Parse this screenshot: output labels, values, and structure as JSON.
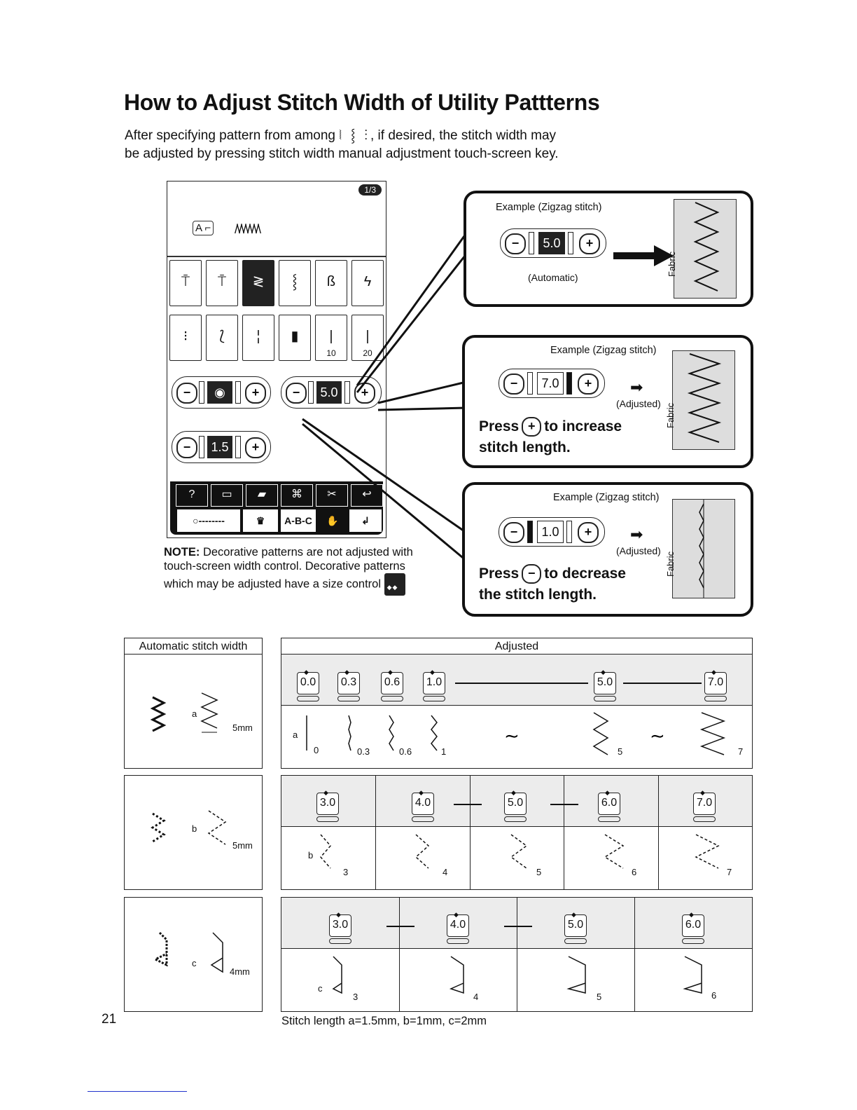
{
  "title": "How to Adjust Stitch Width of Utility Pattterns",
  "intro": {
    "before": "After specifying pattern from among",
    "after": ", if desired, the stitch width may",
    "line2": "be adjusted by pressing stitch width manual adjustment touch-screen key."
  },
  "screen": {
    "page_indicator": "1/3",
    "selected_mode": "A",
    "keys_row2_labels": [
      "10",
      "20"
    ],
    "width_value": "5.0",
    "length_value": "1.5",
    "toolbar_top": [
      "?",
      "",
      "",
      "",
      "",
      ""
    ],
    "toolbar_bottom_label": "A-B-C"
  },
  "note": {
    "label": "NOTE:",
    "text": "Decorative patterns are not adjusted with touch-screen width control. Decorative patterns which may be adjusted have a size control"
  },
  "callouts": [
    {
      "title": "Example (Zigzag stitch)",
      "value": "5.0",
      "caption": "(Automatic)",
      "fabric_label": "Fabric"
    },
    {
      "title": "Example (Zigzag stitch)",
      "value": "7.0",
      "caption": "(Adjusted)",
      "press_before": "Press",
      "press_after": "to increase",
      "press_line2": "stitch length.",
      "fabric_label": "Fabric"
    },
    {
      "title": "Example (Zigzag stitch)",
      "value": "1.0",
      "caption": "(Adjusted)",
      "press_before": "Press",
      "press_after": "to decrease",
      "press_line2": "the stitch length.",
      "fabric_label": "Fabric"
    }
  ],
  "tables": {
    "auto_header": "Automatic stitch width",
    "adjusted_header": "Adjusted",
    "auto_rows": [
      {
        "letter": "a",
        "size": "5mm"
      },
      {
        "letter": "b",
        "size": "5mm"
      },
      {
        "letter": "c",
        "size": "4mm"
      }
    ],
    "row1": {
      "values": [
        "0.0",
        "0.3",
        "0.6",
        "1.0",
        "5.0",
        "7.0"
      ],
      "dims": [
        "0",
        "0.3",
        "0.6",
        "1",
        "5",
        "7"
      ],
      "letter": "a"
    },
    "row2": {
      "values": [
        "3.0",
        "4.0",
        "5.0",
        "6.0",
        "7.0"
      ],
      "dims": [
        "3",
        "4",
        "5",
        "6",
        "7"
      ],
      "letter": "b"
    },
    "row3": {
      "values": [
        "3.0",
        "4.0",
        "5.0",
        "6.0"
      ],
      "dims": [
        "3",
        "4",
        "5",
        "6"
      ],
      "letter": "c"
    }
  },
  "footnote": "Stitch length a=1.5mm, b=1mm, c=2mm",
  "page_number": "21"
}
